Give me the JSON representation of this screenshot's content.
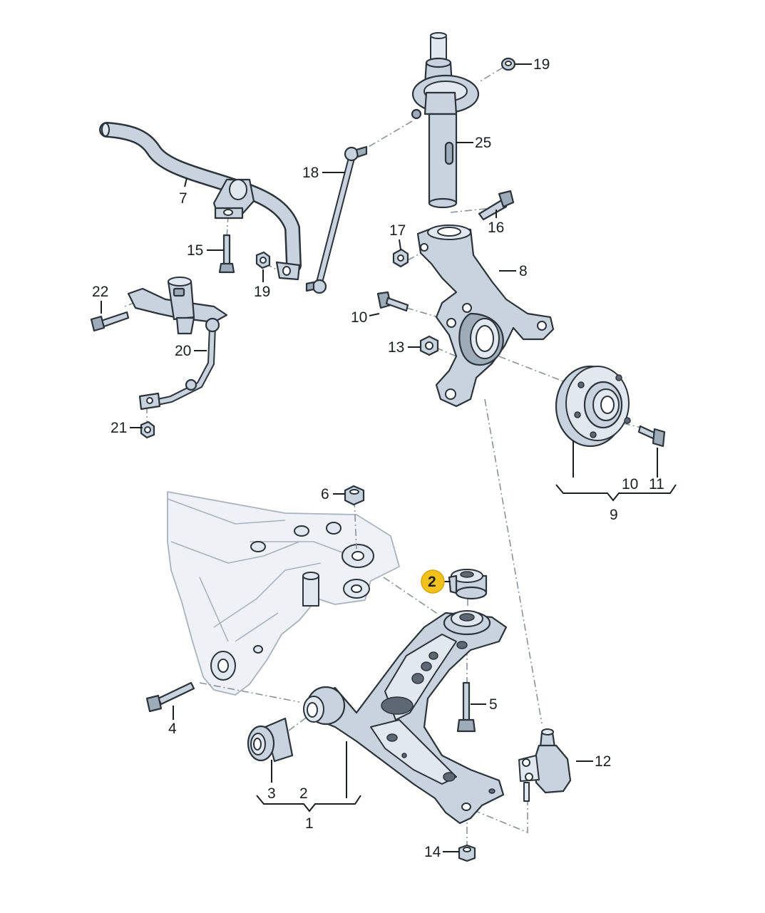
{
  "diagram": {
    "callouts": {
      "c19_top": "19",
      "c25": "25",
      "c7": "7",
      "c18": "18",
      "c16": "16",
      "c17": "17",
      "c8": "8",
      "c15": "15",
      "c19_mid": "19",
      "c22": "22",
      "c10_knuckle": "10",
      "c13": "13",
      "c20": "20",
      "c21": "21",
      "c10_hub": "10",
      "c11": "11",
      "c9": "9",
      "c6": "6",
      "c2_highlight": "2",
      "c5": "5",
      "c4": "4",
      "c12": "12",
      "c3": "3",
      "c2": "2",
      "c1": "1",
      "c14": "14"
    },
    "highlight_color": "#f2c21b"
  }
}
